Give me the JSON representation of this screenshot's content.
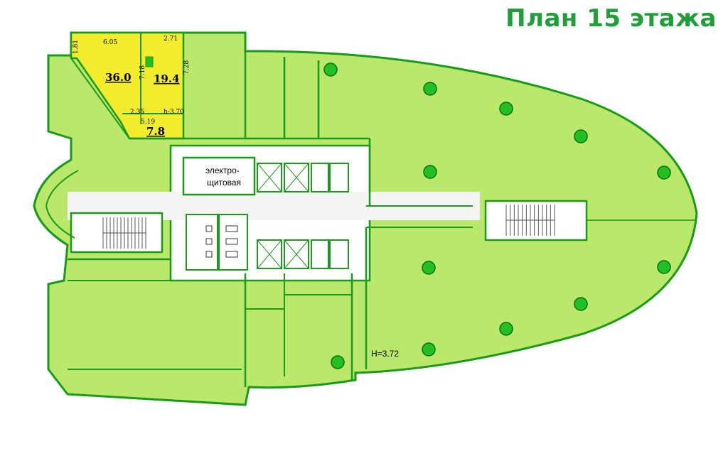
{
  "title": "План 15 этажа",
  "colors": {
    "title": "#1f9e3a",
    "floor_fill": "#b9e86a",
    "highlight_fill": "#f2ec2c",
    "wall": "#1a9a1a",
    "column": "#22c022",
    "core": "#ffffff",
    "corridor": "#f4f4f4"
  },
  "rooms": {
    "main_area": "36.0",
    "secondary_area": "19.4",
    "small_area": "7.8"
  },
  "dimensions": {
    "d1": "6.05",
    "d2": "2.71",
    "d3": "1.81",
    "d4": "7.18",
    "d5": "7.28",
    "d6": "2.35",
    "d7": "5.19",
    "ceiling_small": "h-3.70"
  },
  "labels": {
    "electrical_line1": "электро-",
    "electrical_line2": "щитовая",
    "ceiling_height": "H=3.72"
  },
  "icons": [
    "door-swing-icon",
    "stair-icon",
    "elevator-icon",
    "toilet-icon",
    "column-icon"
  ]
}
